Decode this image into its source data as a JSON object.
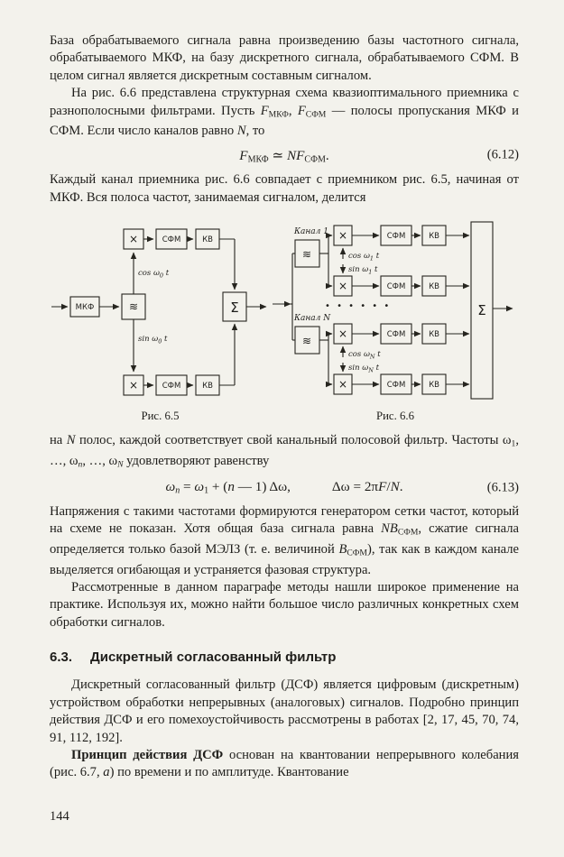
{
  "page": {
    "number": "144"
  },
  "text": {
    "p1": [
      {
        "t": "База обрабатываемого сигнала равна произведению базы частотного сигнала, обрабатываемого МКФ, на базу дискретного сигнала, обрабатываемого СФМ. В целом сигнал является дискретным составным сигналом."
      }
    ],
    "p2": [
      {
        "t": "На рис. 6.6 представлена структурная схема квазиоптимального приемника с разнополосными фильтрами. Пусть "
      },
      {
        "t": "F",
        "s": "i"
      },
      {
        "t": "МКФ",
        "s": "sub"
      },
      {
        "t": ", "
      },
      {
        "t": "F",
        "s": "i"
      },
      {
        "t": "СФМ",
        "s": "sub"
      },
      {
        "t": " — полосы пропускания МКФ и СФМ. Если число каналов равно "
      },
      {
        "t": "N",
        "s": "i"
      },
      {
        "t": ", то"
      }
    ],
    "p3": [
      {
        "t": "Каждый канал приемника рис. 6.6 совпадает с приемником рис. 6.5, начиная от МКФ. Вся полоса частот, занимаемая сигналом, делится"
      }
    ],
    "p4": [
      {
        "t": "на "
      },
      {
        "t": "N",
        "s": "i"
      },
      {
        "t": " полос, каждой соответствует свой канальный полосовой фильтр. Частоты ω"
      },
      {
        "t": "1",
        "s": "sub"
      },
      {
        "t": ", …, ω"
      },
      {
        "t": "n",
        "s": "subi"
      },
      {
        "t": ", …, ω"
      },
      {
        "t": "N",
        "s": "subi"
      },
      {
        "t": " удовлетворяют равенству"
      }
    ],
    "p5": [
      {
        "t": "Напряжения с такими частотами формируются генератором сетки частот, который на схеме не показан. Хотя общая база сигнала равна "
      },
      {
        "t": "NB",
        "s": "i"
      },
      {
        "t": "СФМ",
        "s": "sub"
      },
      {
        "t": ", сжатие сигнала определяется только базой МЭЛЗ (т. е. величиной "
      },
      {
        "t": "B",
        "s": "i"
      },
      {
        "t": "СФМ",
        "s": "sub"
      },
      {
        "t": "), так как в каждом канале выделяется огибающая и устраняется фазовая структура."
      }
    ],
    "p6": [
      {
        "t": "Рассмотренные в данном параграфе методы нашли широкое применение на практике. Используя их, можно найти большое число различных конкретных схем обработки сигналов."
      }
    ],
    "p7": [
      {
        "t": "Дискретный согласованный фильтр (ДСФ) является цифровым (дискретным) устройством обработки непрерывных (аналоговых) сигналов. Подробно принцип действия ДСФ и его помехоустойчивость рассмотрены в работах [2, 17, 45, 70, 74, 91, 112, 192]."
      }
    ],
    "p8": [
      {
        "t": "Принцип действия ДСФ",
        "s": "b"
      },
      {
        "t": " основан на квантовании непрерывного колебания (рис. 6.7, "
      },
      {
        "t": "а",
        "s": "i"
      },
      {
        "t": ") по времени и по амплитуде. Квантование"
      }
    ]
  },
  "equations": {
    "eq612": {
      "runs": [
        {
          "t": "F",
          "s": "i"
        },
        {
          "t": "МКФ",
          "s": "sub"
        },
        {
          "t": " ≃ "
        },
        {
          "t": "NF",
          "s": "i"
        },
        {
          "t": "СФМ",
          "s": "sub"
        },
        {
          "t": "."
        }
      ],
      "number": "(6.12)"
    },
    "eq613": {
      "runs": [
        {
          "t": "ω",
          "s": "i"
        },
        {
          "t": "n",
          "s": "subi"
        },
        {
          "t": " = "
        },
        {
          "t": "ω",
          "s": "i"
        },
        {
          "t": "1",
          "s": "sub"
        },
        {
          "t": " + ("
        },
        {
          "t": "n",
          "s": "i"
        },
        {
          "t": " — 1) Δω,"
        },
        {
          "t": "",
          "s": "gap"
        },
        {
          "t": "Δω = 2π"
        },
        {
          "t": "F",
          "s": "i"
        },
        {
          "t": "/"
        },
        {
          "t": "N",
          "s": "i"
        },
        {
          "t": "."
        }
      ],
      "number": "(6.13)"
    }
  },
  "heading": {
    "number": "6.3.",
    "title": "Дискретный согласованный фильтр"
  },
  "figure": {
    "caption_left": "Рис. 6.5",
    "caption_right": "Рис. 6.6",
    "blocks": {
      "mkf": "МКФ",
      "sfm": "СФМ",
      "kv": "КВ",
      "sigma": "Σ",
      "mult": "×",
      "gen": "≋"
    },
    "labels": {
      "channel1": "Канал 1",
      "channelN": "Канал N",
      "cos": "cos ω",
      "sin": "sin ω",
      "sub0": "0",
      "sub1": "1",
      "subN": "N",
      "t": " t",
      "dots": "•  •  •  •  •  •"
    }
  }
}
